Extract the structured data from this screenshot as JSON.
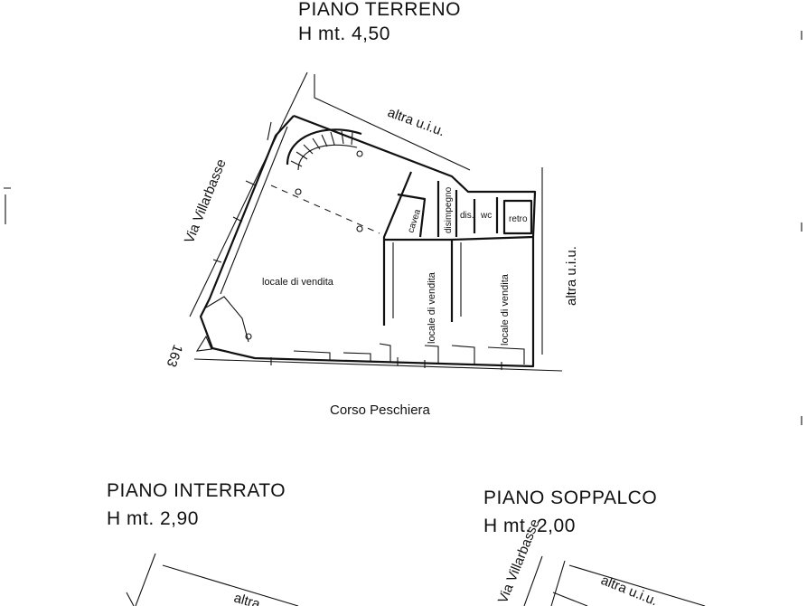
{
  "titles": {
    "ground": {
      "name": "PIANO  TERRENO",
      "height": "H  mt. 4,50"
    },
    "basement": {
      "name": "PIANO  INTERRATO",
      "height": "H  mt. 2,90"
    },
    "mezzanine": {
      "name": "PIANO  SOPPALCO",
      "height": "H  mt. 2,00"
    }
  },
  "streets": {
    "via": "Via Villarbasse",
    "corso": "Corso Peschiera",
    "number": "163"
  },
  "neighbors": {
    "top": "altra u.i.u.",
    "right": "altra u.i.u."
  },
  "rooms": {
    "main": "locale di vendita",
    "shop2": "locale di vendita",
    "shop3": "locale di vendita",
    "cellar": "cavea",
    "hall": "disimpegno",
    "dis": "dis.",
    "wc": "wc",
    "back": "retro"
  },
  "lower_fragments": {
    "basement_label": "altra",
    "mezz_street": "Via Villarbasse",
    "mezz_neighbor": "altra u.i.u."
  }
}
